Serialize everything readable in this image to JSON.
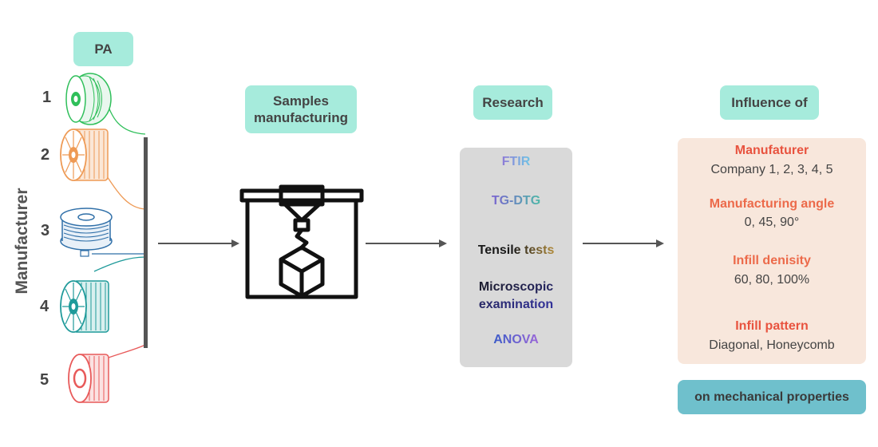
{
  "material_label": "PA",
  "axis_label": "Manufacturer",
  "manufacturers": [
    "1",
    "2",
    "3",
    "4",
    "5"
  ],
  "stages": {
    "samples": "Samples manufacturing",
    "research": "Research",
    "influence": "Influence of"
  },
  "research_methods": [
    "FTIR",
    "TG-DTG",
    "Tensile tests",
    "Microscopic examination",
    "ANOVA"
  ],
  "influence_factors": [
    {
      "name": "Manufaturer",
      "values": "Company 1, 2, 3, 4, 5",
      "color": "#e8533f"
    },
    {
      "name": "Manufacturing angle",
      "values": "0, 45, 90°",
      "color": "#ec6a4a"
    },
    {
      "name": "Infill denisity",
      "values": "60, 80, 100%",
      "color": "#ec6a4a"
    },
    {
      "name": "Infill pattern",
      "values": "Diagonal, Honeycomb",
      "color": "#e8533f"
    }
  ],
  "outcome": "on mechanical properties",
  "colors": {
    "pill": "#a6ebdc",
    "outcome_pill": "#6fc0cc",
    "research_box": "#d9d9d9",
    "influence_box": "#f8e7dc",
    "spool_1": "#2fbf5a",
    "spool_2": "#ee9a55",
    "spool_3": "#2f6fa8",
    "spool_4": "#1f9a9a",
    "spool_5": "#e85a5a"
  }
}
